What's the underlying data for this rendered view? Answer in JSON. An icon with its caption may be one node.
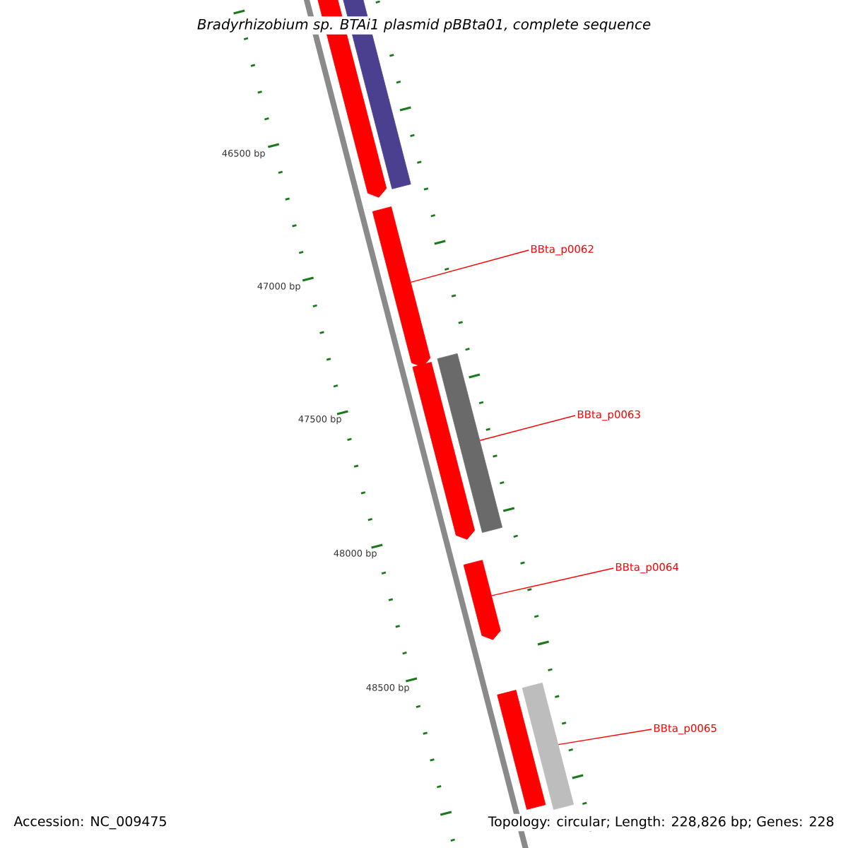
{
  "diagram": {
    "title": "Bradyrhizobium sp. BTAi1 plasmid pBBta01, complete sequence",
    "nodes": [
      {
        "text": [],
        "shape": "arrow"
      },
      {
        "text": [],
        "shape": "bar"
      },
      {
        "text": [],
        "shape": "arrow"
      },
      {
        "text": [],
        "shape": "arrow"
      },
      {
        "text": [],
        "shape": "bar"
      },
      {
        "text": [],
        "shape": "arrow"
      },
      {
        "text": [],
        "shape": "bar"
      },
      {
        "text": [],
        "shape": "bar"
      },
      {
        "text": [
          "BBta_p0062"
        ]
      },
      {
        "text": [
          "BBta_p0063"
        ]
      },
      {
        "text": [
          "BBta_p0064"
        ]
      },
      {
        "text": [
          "BBta_p0065"
        ]
      }
    ],
    "edges": [
      {
        "from": 8,
        "to": 2,
        "arrow": "none"
      },
      {
        "from": 9,
        "to": 4,
        "arrow": "none"
      },
      {
        "from": 10,
        "to": 5,
        "arrow": "none"
      },
      {
        "from": 11,
        "to": 7,
        "arrow": "none"
      }
    ],
    "labels": [
      "46500 bp",
      "47000 bp",
      "47500 bp",
      "48000 bp",
      "48500 bp",
      "Accession: NC_009475",
      "Topology: circular; Length: 228,826 bp; Genes: 228"
    ]
  }
}
